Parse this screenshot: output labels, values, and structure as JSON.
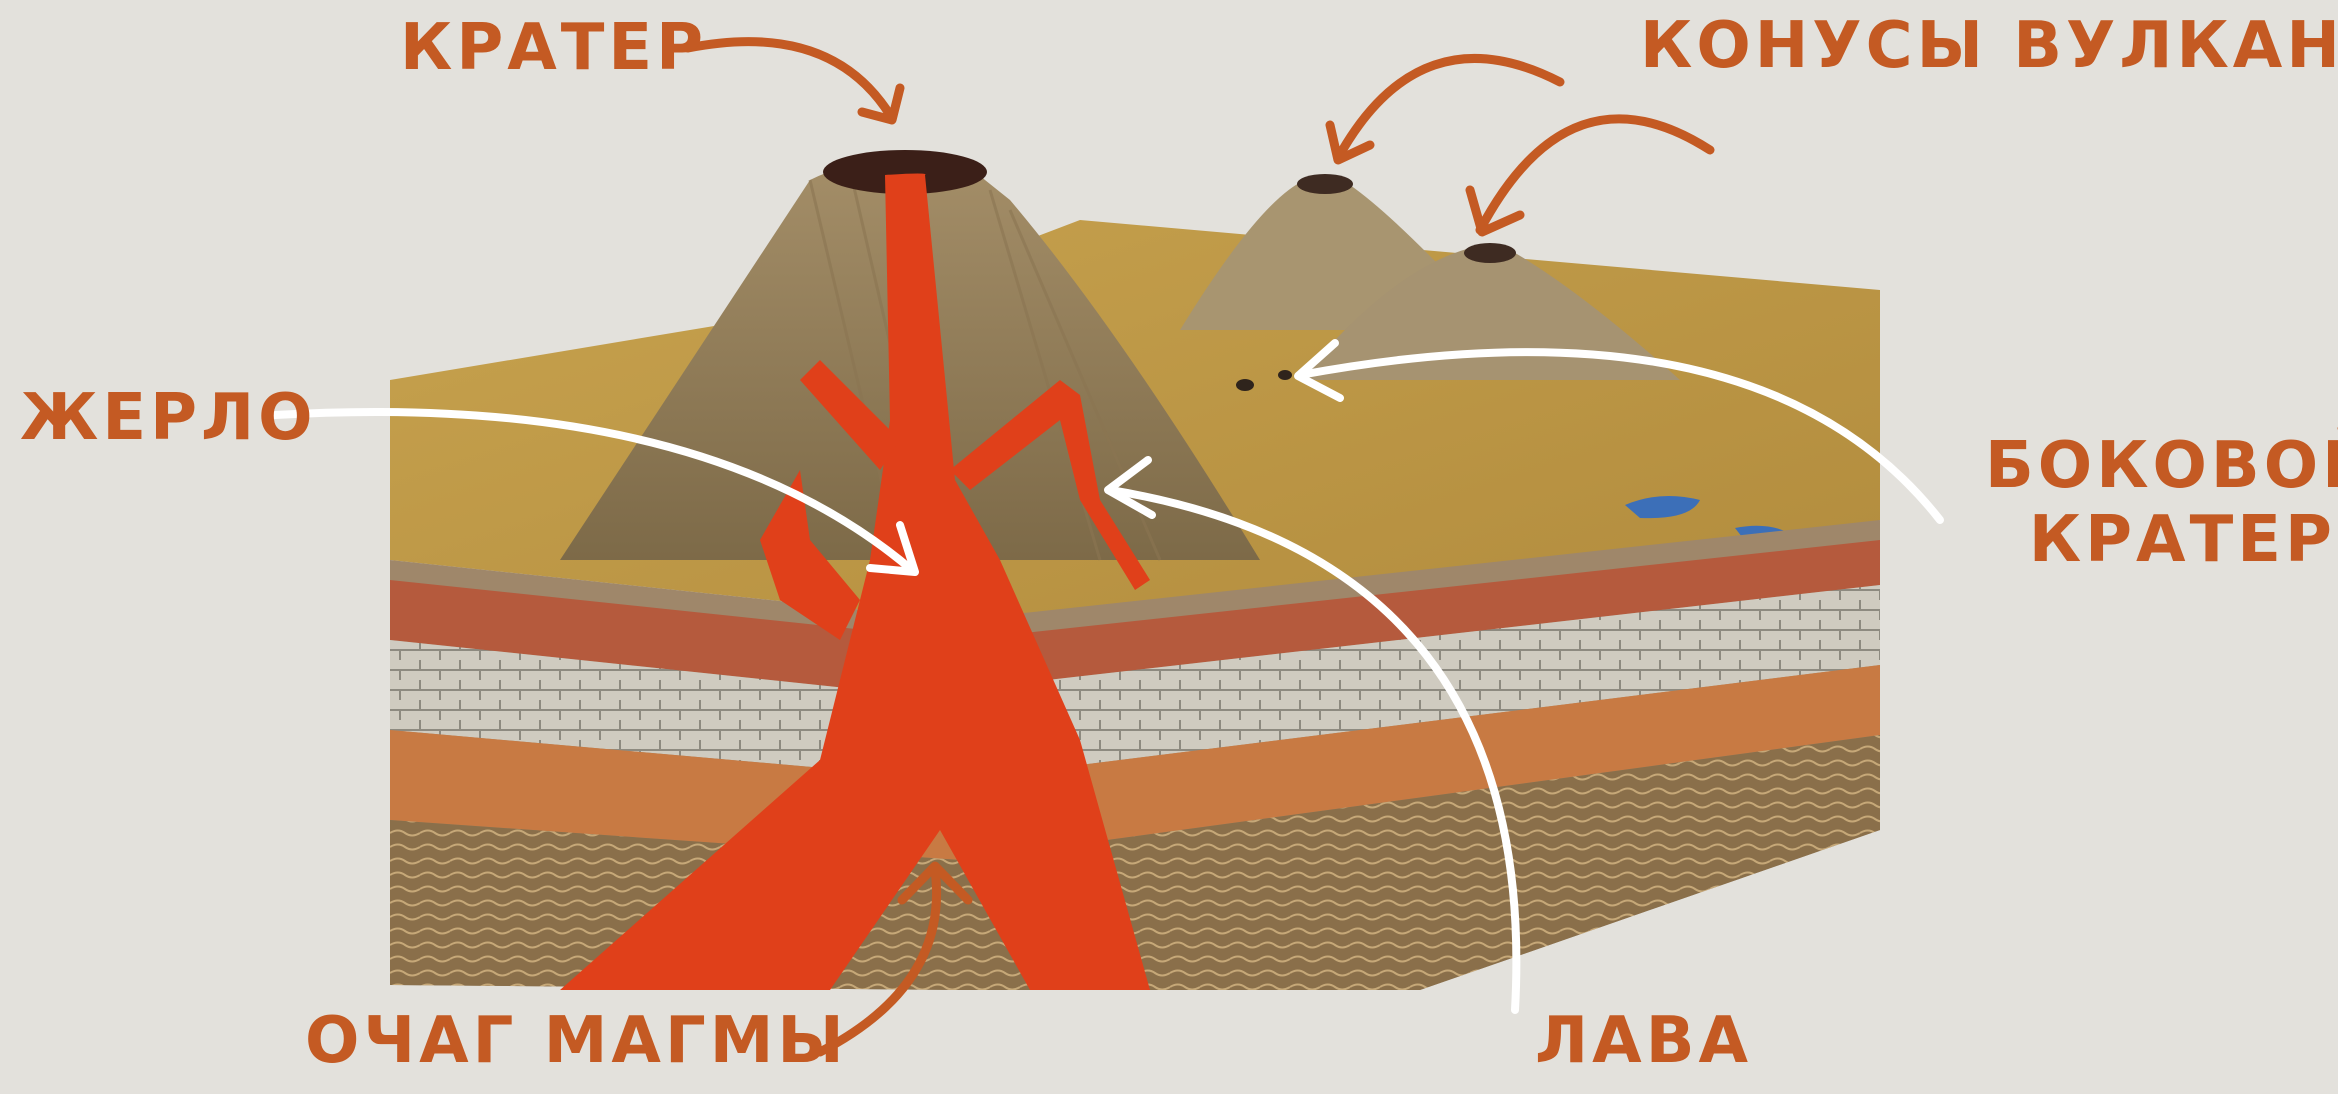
{
  "labels": {
    "crater": "кратер",
    "volcano_cones": "конусы вулкана",
    "vent": "жерло",
    "side_crater_line1": "боковой",
    "side_crater_line2": "кратер",
    "magma_chamber": "очаг магмы",
    "lava": "лава"
  },
  "colors": {
    "label": "#c45a23",
    "arrow_orange": "#c45a23",
    "arrow_white": "#ffffff",
    "lava": "#e0401a",
    "background": "#e3e1dc"
  }
}
